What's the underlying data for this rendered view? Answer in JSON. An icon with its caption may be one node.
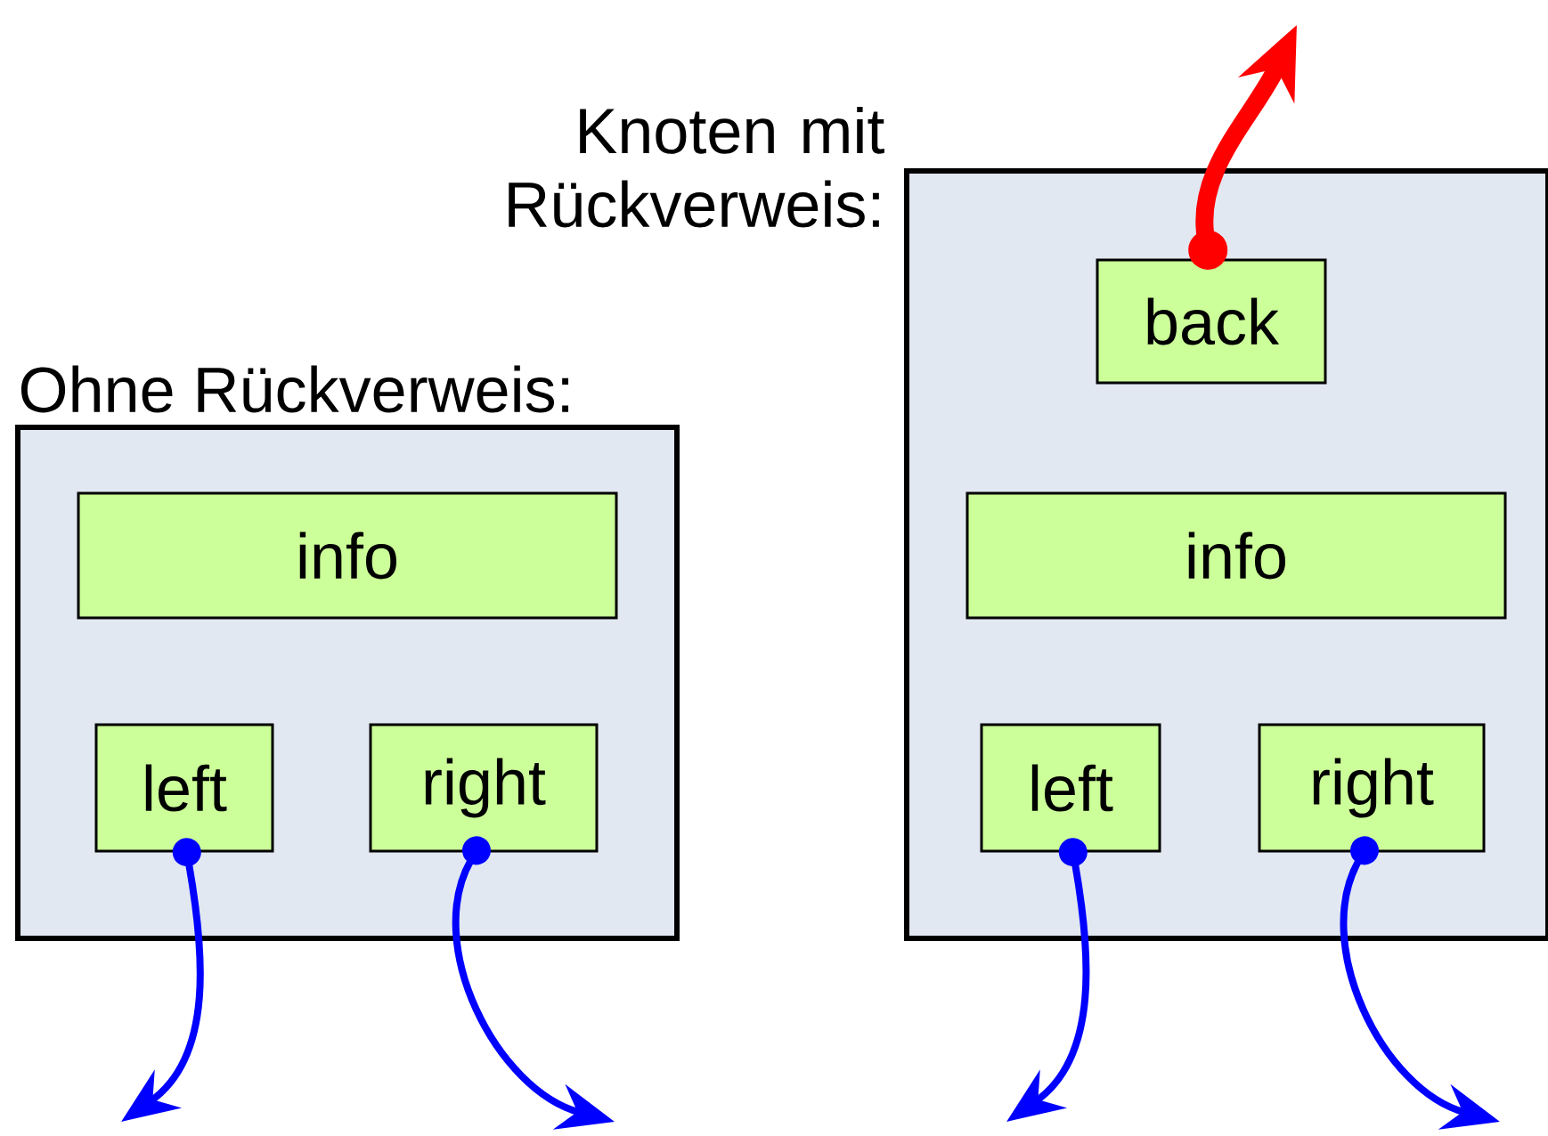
{
  "diagram": {
    "nodes": [
      {
        "text": [
          "Ohne Rückverweis:"
        ]
      },
      {
        "text": [
          "info"
        ],
        "in": 0
      },
      {
        "text": [
          "left"
        ],
        "in": 0
      },
      {
        "text": [
          "right"
        ],
        "in": 0
      },
      {
        "text": [
          "Knoten mit Rückverweis:"
        ]
      },
      {
        "text": [
          "back"
        ],
        "in": 4
      },
      {
        "text": [
          "info"
        ],
        "in": 4
      },
      {
        "text": [
          "left"
        ],
        "in": 4
      },
      {
        "text": [
          "right"
        ],
        "in": 4
      }
    ],
    "edges": [
      {
        "from": 2,
        "to": null,
        "arrow": "to"
      },
      {
        "from": 3,
        "to": null,
        "arrow": "to"
      },
      {
        "from": 7,
        "to": null,
        "arrow": "to"
      },
      {
        "from": 8,
        "to": null,
        "arrow": "to"
      },
      {
        "from": 5,
        "to": null,
        "arrow": "to",
        "style": "thick",
        "color": "#ff0000"
      }
    ]
  }
}
